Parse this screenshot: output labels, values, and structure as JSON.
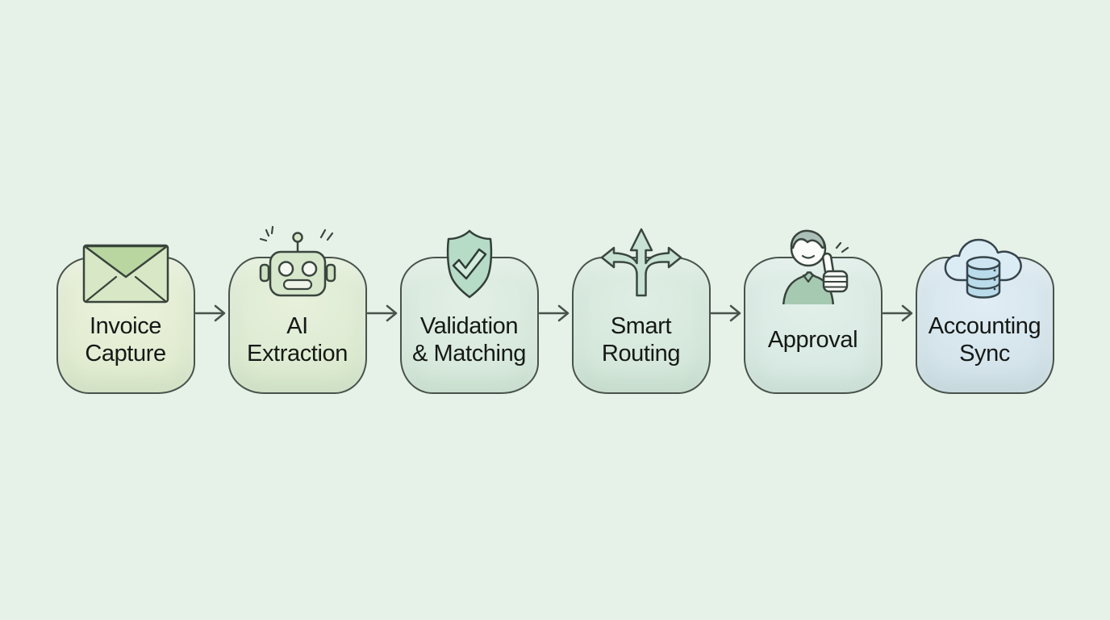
{
  "diagram": {
    "background_color": "#e6f1e7",
    "outline_color": "#47534b",
    "text_color": "#151916",
    "connector_color": "#47534b",
    "steps": [
      {
        "label": "Invoice\nCapture",
        "icon": "envelope-icon",
        "fill": "#e0ebcf",
        "fill_light": "#ebf2dd"
      },
      {
        "label": "AI\nExtraction",
        "icon": "robot-icon",
        "fill": "#dcead0",
        "fill_light": "#e7f0dc"
      },
      {
        "label": "Validation\n& Matching",
        "icon": "shield-check-icon",
        "fill": "#d6e8db",
        "fill_light": "#e2efe5"
      },
      {
        "label": "Smart\nRouting",
        "icon": "branching-arrows-icon",
        "fill": "#d3e6d9",
        "fill_light": "#dfeee4"
      },
      {
        "label": "Approval",
        "icon": "person-thumbs-up-icon",
        "fill": "#d7e8e2",
        "fill_light": "#e3f0ea"
      },
      {
        "label": "Accounting\nSync",
        "icon": "cloud-database-icon",
        "fill": "#d3e2ea",
        "fill_light": "#e0edf4"
      }
    ]
  }
}
